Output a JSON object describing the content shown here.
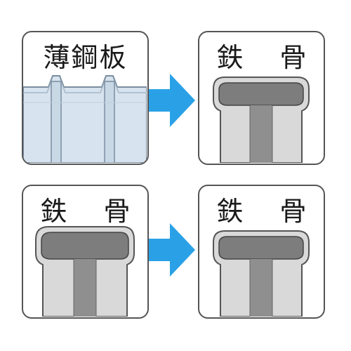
{
  "panels": [
    {
      "label": "薄鋼板"
    },
    {
      "label": "鉄 骨"
    },
    {
      "label": "鉄 骨"
    },
    {
      "label": "鉄 骨"
    }
  ],
  "colors": {
    "border": "#555555",
    "steel_fill": "#bdbdbd",
    "steel_web": "#8f8f8f",
    "plate_fill": "#d7e3ee",
    "arrow": "#2aa1e6"
  },
  "icons": [
    "arrow-right-icon",
    "arrow-right-icon"
  ]
}
